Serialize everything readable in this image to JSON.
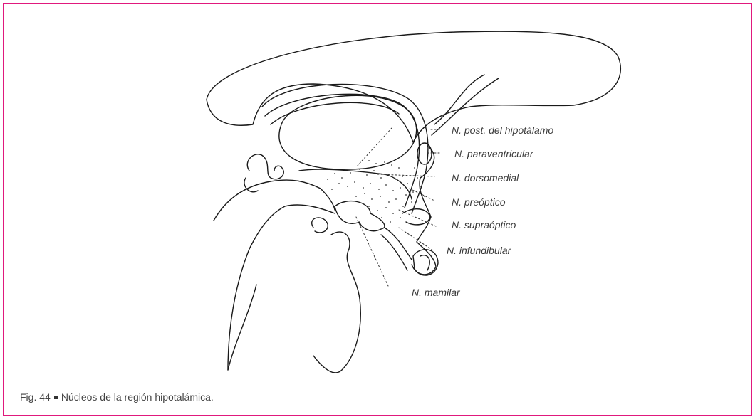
{
  "labels": {
    "post_hipotalamo": "N. post. del hipotálamo",
    "paraventricular": "N. paraventricular",
    "dorsomedial": "N. dorsomedial",
    "preoptico": "N. preóptico",
    "supraoptico": "N. supraóptico",
    "infundibular": "N. infundibular",
    "mamilar": "N. mamilar"
  },
  "caption": {
    "figure_number": "Fig. 44",
    "text": "Núcleos de la región hipotalámica."
  },
  "colors": {
    "frame_border": "#e0197d",
    "line_art": "#1a1a1a",
    "label_text": "#3a3a3a"
  }
}
